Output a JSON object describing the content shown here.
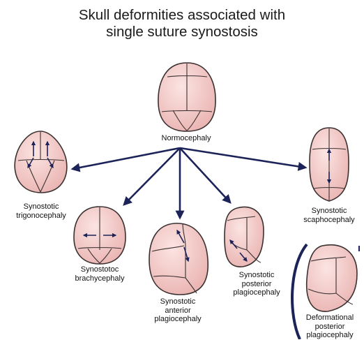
{
  "title": {
    "line1": "Skull deformities associated with",
    "line2": "single suture synostosis"
  },
  "labels": {
    "normocephaly": "Normocephaly",
    "trigonocephaly": [
      "Synostotic",
      "trigonocephaly"
    ],
    "brachycephaly": [
      "Synostotoc",
      "brachycephaly"
    ],
    "anterior_plagiocephaly": [
      "Synostotic",
      "anterior",
      "plagiocephaly"
    ],
    "posterior_plagiocephaly": [
      "Synostotic",
      "posterior",
      "plagiocephaly"
    ],
    "scaphocephaly": [
      "Synostotic",
      "scaphocephaly"
    ],
    "deformational": [
      "Deformational",
      "posterior",
      "plagiocephaly"
    ]
  },
  "colors": {
    "skull_fill": "#f6cfcd",
    "skull_stroke": "#3a3030",
    "arrow": "#1c2358"
  }
}
